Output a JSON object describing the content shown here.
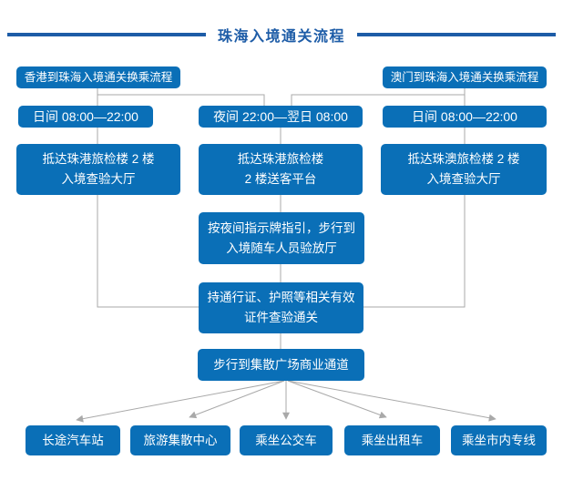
{
  "title": "珠海入境通关流程",
  "colors": {
    "background": "#ffffff",
    "node_blue": "#0a6fb7",
    "node_text": "#ffffff",
    "title_blue": "#1d5ca7",
    "connector_gray": "#a9a9a9"
  },
  "flowchart": {
    "nodes": {
      "hk_header": {
        "label": "香港到珠海入境通关换乘流程"
      },
      "mo_header": {
        "label": "澳门到珠海入境通关换乘流程"
      },
      "hk_day": {
        "label": "日间 08:00—22:00"
      },
      "night": {
        "label": "夜间 22:00—翌日 08:00"
      },
      "mo_day": {
        "label": "日间 08:00—22:00"
      },
      "hk_arrive": {
        "line1": "抵达珠港旅检楼 2 楼",
        "line2": "入境查验大厅"
      },
      "night_arrive": {
        "line1": "抵达珠港旅检楼",
        "line2": "2 楼送客平台"
      },
      "mo_arrive": {
        "line1": "抵达珠澳旅检楼 2 楼",
        "line2": "入境查验大厅"
      },
      "night_walk": {
        "line1": "按夜间指示牌指引，步行到",
        "line2": "入境随车人员验放厅"
      },
      "inspection": {
        "line1": "持通行证、护照等相关有效",
        "line2": "证件查验通关"
      },
      "plaza": {
        "label": "步行到集散广场商业通道"
      },
      "bus_station": {
        "label": "长途汽车站"
      },
      "tourist_center": {
        "label": "旅游集散中心"
      },
      "city_bus": {
        "label": "乘坐公交车"
      },
      "taxi": {
        "label": "乘坐出租车"
      },
      "city_line": {
        "label": "乘坐市内专线"
      }
    }
  }
}
